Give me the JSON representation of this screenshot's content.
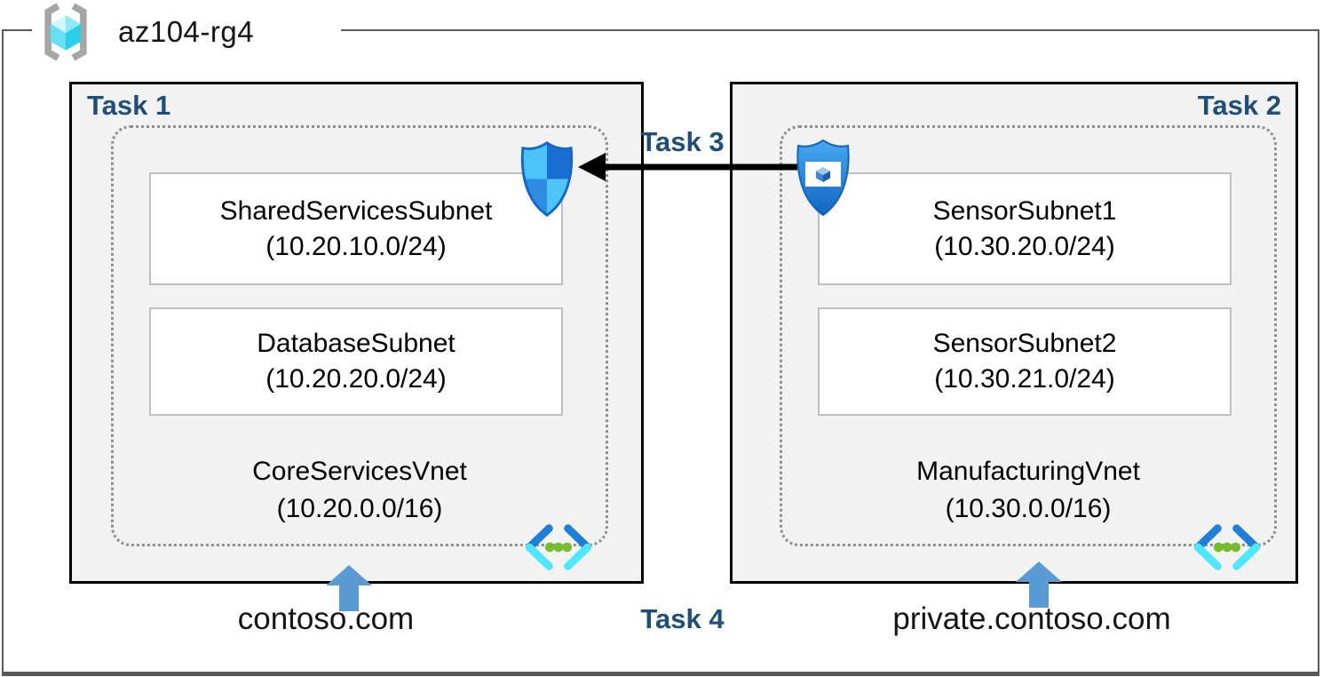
{
  "resource_group": {
    "name": "az104-rg4"
  },
  "tasks": {
    "t1": "Task 1",
    "t2": "Task 2",
    "t3": "Task 3",
    "t4": "Task 4"
  },
  "left": {
    "vnet_name": "CoreServicesVnet",
    "vnet_cidr": "(10.20.0.0/16)",
    "dns": "contoso.com",
    "subnets": [
      {
        "name": "SharedServicesSubnet",
        "cidr": "(10.20.10.0/24)"
      },
      {
        "name": "DatabaseSubnet",
        "cidr": "(10.20.20.0/24)"
      }
    ]
  },
  "right": {
    "vnet_name": "ManufacturingVnet",
    "vnet_cidr": "(10.30.0.0/16)",
    "dns": "private.contoso.com",
    "subnets": [
      {
        "name": "SensorSubnet1",
        "cidr": "(10.30.20.0/24)"
      },
      {
        "name": "SensorSubnet2",
        "cidr": "(10.30.21.0/24)"
      }
    ]
  },
  "icons": {
    "resource_group": "azure-resource-group (gray brackets with cyan cube)",
    "nsg_shield": "defender-style quartered blue shield",
    "shielded_monitor": "blue shield with white monitor and cube (secure VM)",
    "virtual_network": "blue chevrons with three green dots"
  },
  "colors": {
    "task_label": "#1F4E79",
    "box_fill": "#F2F2F2",
    "box_border": "#000000",
    "boundary_border": "#595959",
    "dotted_vnet_border": "#8F8F8F",
    "subnet_border": "#BFBFBF",
    "up_arrow_blue": "#5B9BD5",
    "task3_arrow": "#000000",
    "vnet_chevron_dark": "#1F7ED6",
    "vnet_chevron_light": "#50E6FF",
    "vnet_dots_green": "#76BC2D",
    "shield_light": "#4CC3F8",
    "shield_dark": "#1A70D2",
    "cube_cyan": "#2BCFEA"
  }
}
